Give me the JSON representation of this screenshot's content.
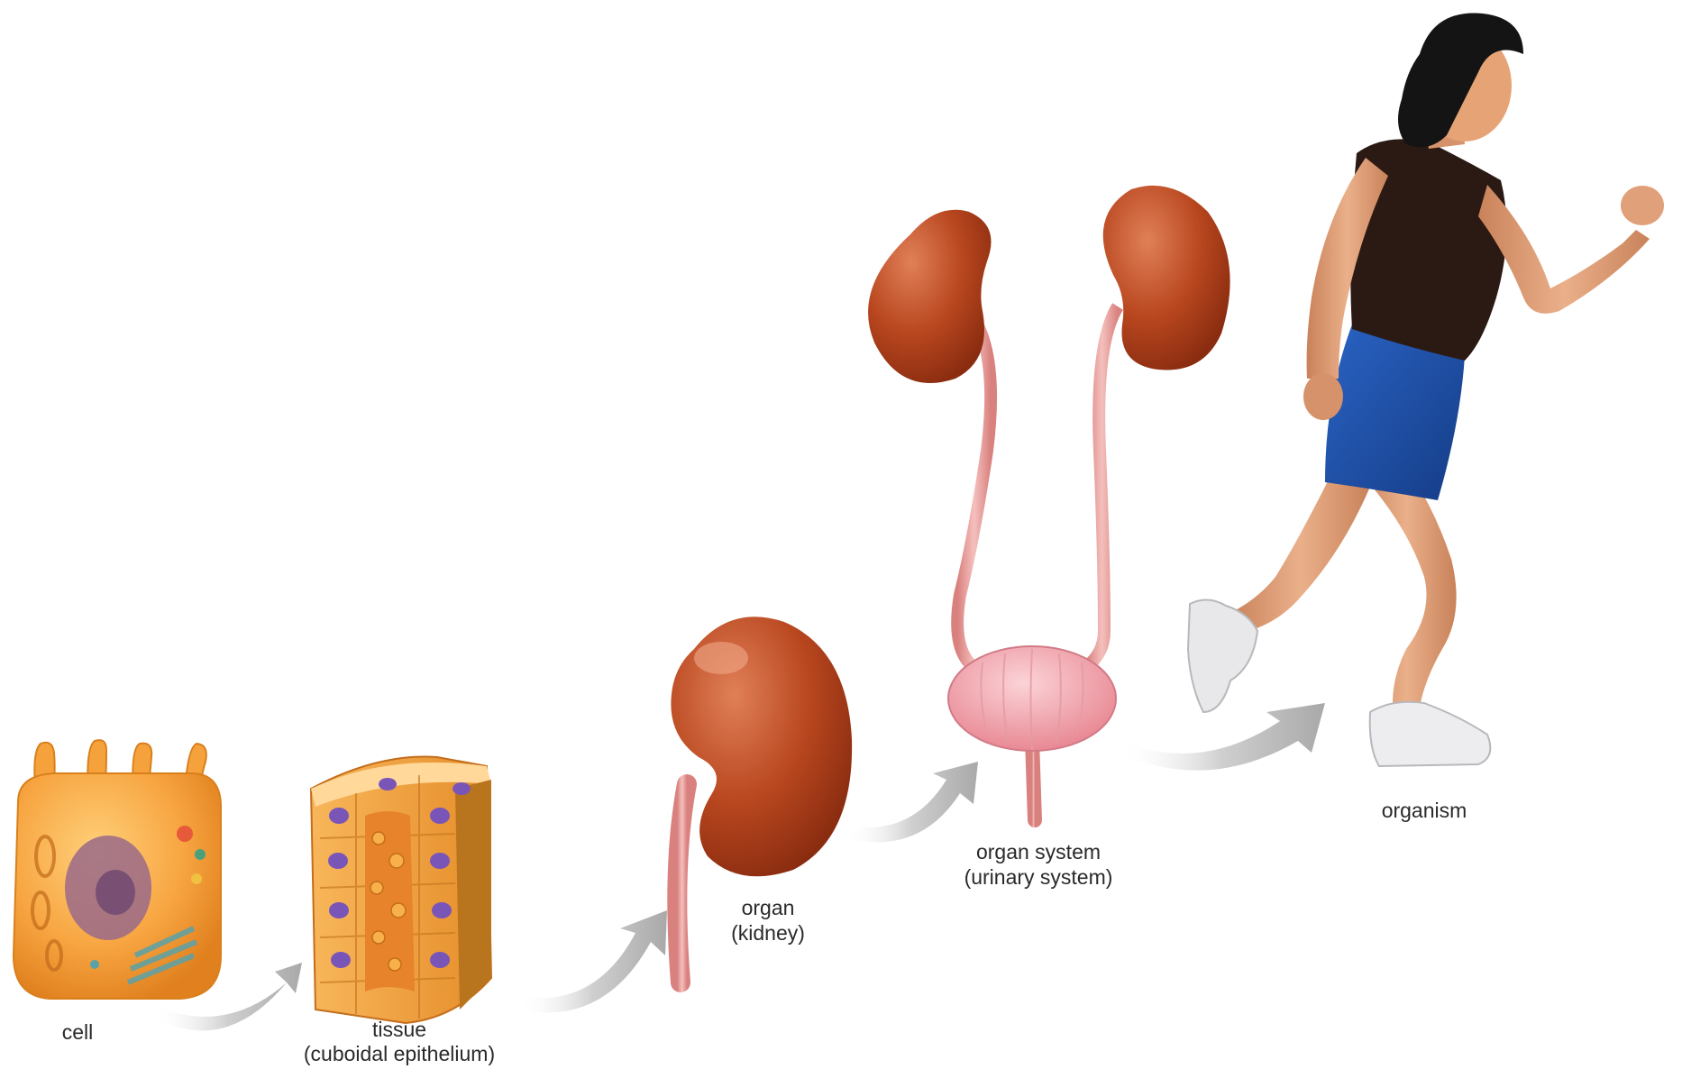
{
  "stages": [
    {
      "id": "cell",
      "label": "cell",
      "sublabel": ""
    },
    {
      "id": "tissue",
      "label": "tissue",
      "sublabel": "(cuboidal epithelium)"
    },
    {
      "id": "organ",
      "label": "organ",
      "sublabel": "(kidney)"
    },
    {
      "id": "organ-system",
      "label": "organ system",
      "sublabel": "(urinary system)"
    },
    {
      "id": "organism",
      "label": "organism",
      "sublabel": ""
    }
  ],
  "colors": {
    "cell_body": "#f7a541",
    "kidney": "#b9471f",
    "ureter": "#e69a96",
    "bladder": "#f2a6b0",
    "nucleus": "#7a4fa0",
    "shirt": "#2b1a14",
    "shorts": "#1f4fa8",
    "skin": "#e6a476",
    "arrow": "#c9c9c9"
  }
}
